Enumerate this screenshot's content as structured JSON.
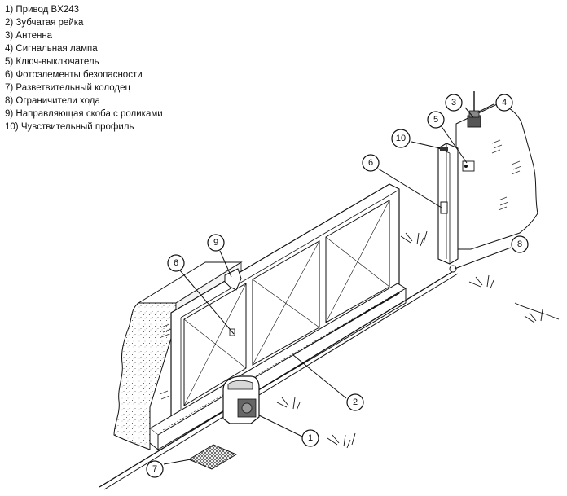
{
  "legend": [
    "1) Привод BX243",
    "2) Зубчатая рейка",
    "3) Антенна",
    "4) Сигнальная лампа",
    "5) Ключ-выключатель",
    "6) Фотоэлементы безопасности",
    "7) Разветвительный колодец",
    "8) Ограничители хода",
    "9) Направляющая скоба с роликами",
    "10) Чувствительный профиль"
  ],
  "callouts": {
    "c1": "1",
    "c2": "2",
    "c3": "3",
    "c4": "4",
    "c5": "5",
    "c6a": "6",
    "c6b": "6",
    "c7": "7",
    "c8": "8",
    "c9": "9",
    "c10": "10"
  }
}
